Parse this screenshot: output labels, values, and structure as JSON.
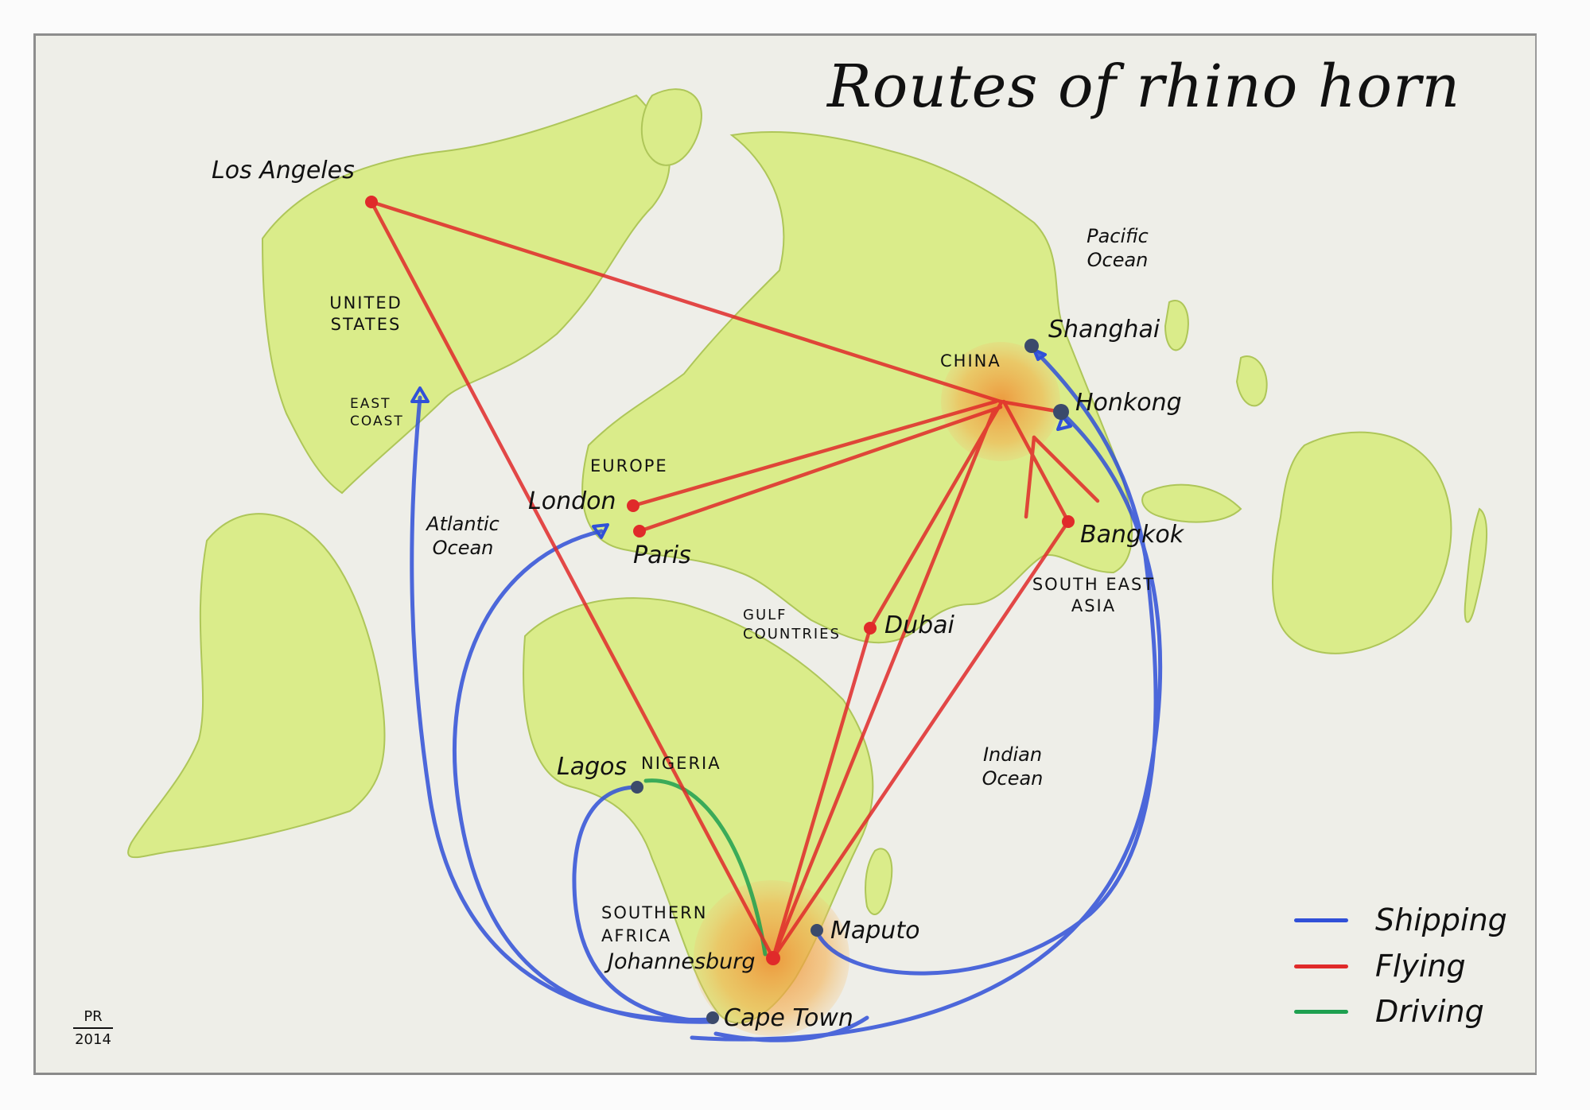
{
  "title": "Routes of rhino horn",
  "signature": {
    "initials": "PR",
    "year": "2014"
  },
  "colors": {
    "shipping": "#3050d8",
    "flying": "#e02a2a",
    "driving": "#1ea050",
    "land": "#d6ec7a",
    "land_outline": "#a8c24a",
    "hub": "#f2a040",
    "port_dot": "#3b4a6b",
    "paper": "#eeeee8"
  },
  "legend": [
    {
      "label": "Shipping",
      "color": "#3050d8"
    },
    {
      "label": "Flying",
      "color": "#e02a2a"
    },
    {
      "label": "Driving",
      "color": "#1ea050"
    }
  ],
  "regions": {
    "united_states": "UNITED STATES",
    "east_coast": "EAST COAST",
    "europe": "EUROPE",
    "china": "CHINA",
    "gulf": "GULF COUNTRIES",
    "south_east_asia": "SOUTH EAST ASIA",
    "nigeria": "NIGERIA",
    "southern_africa": "SOUTHERN AFRICA"
  },
  "oceans": {
    "pacific": "Pacific Ocean",
    "atlantic": "Atlantic Ocean",
    "indian": "Indian Ocean"
  },
  "cities": {
    "los_angeles": "Los Angeles",
    "shanghai": "Shanghai",
    "hong_kong": "Honkong",
    "london": "London",
    "paris": "Paris",
    "dubai": "Dubai",
    "bangkok": "Bangkok",
    "lagos": "Lagos",
    "johannesburg": "Johannesburg",
    "maputo": "Maputo",
    "cape_town": "Cape Town"
  },
  "routes": {
    "flying": [
      [
        "Johannesburg",
        "Los Angeles"
      ],
      [
        "Los Angeles",
        "China"
      ],
      [
        "London",
        "China"
      ],
      [
        "Paris",
        "China"
      ],
      [
        "Johannesburg",
        "Dubai"
      ],
      [
        "Dubai",
        "China"
      ],
      [
        "Johannesburg",
        "China"
      ],
      [
        "Johannesburg",
        "Bangkok"
      ],
      [
        "Bangkok",
        "China"
      ]
    ],
    "shipping": [
      [
        "Cape Town",
        "East Coast"
      ],
      [
        "Cape Town",
        "Paris"
      ],
      [
        "Cape Town",
        "Lagos"
      ],
      [
        "Cape Town",
        "Hong Kong"
      ],
      [
        "Maputo",
        "Shanghai"
      ]
    ],
    "driving": [
      [
        "Lagos",
        "Johannesburg"
      ]
    ]
  }
}
